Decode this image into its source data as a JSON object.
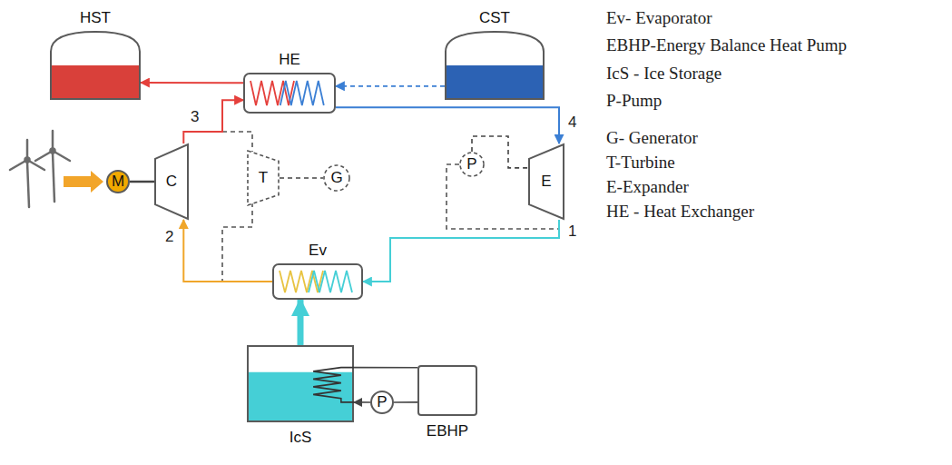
{
  "diagram": {
    "nodes": [
      {
        "text": [
          "HST"
        ]
      },
      {
        "text": [
          "HE"
        ]
      },
      {
        "text": [
          "CST"
        ]
      },
      {
        "text": [
          "M"
        ]
      },
      {
        "text": [
          "C"
        ]
      },
      {
        "text": [
          "T"
        ]
      },
      {
        "text": [
          "G"
        ]
      },
      {
        "text": [
          "P"
        ]
      },
      {
        "text": [
          "E"
        ]
      },
      {
        "text": [
          "Ev"
        ]
      },
      {
        "text": [
          "IcS"
        ]
      },
      {
        "text": [
          "P"
        ]
      },
      {
        "text": [
          "EBHP"
        ]
      }
    ],
    "edges": [
      {
        "from": 1,
        "to": 0,
        "arrow": "to"
      },
      {
        "from": 2,
        "to": 1,
        "arrow": "to"
      },
      {
        "from": 1,
        "to": 8,
        "arrow": "to"
      },
      {
        "from": 8,
        "to": 9,
        "arrow": "to"
      },
      {
        "from": 9,
        "to": 4,
        "arrow": "to"
      },
      {
        "from": 4,
        "to": 1,
        "arrow": "to"
      },
      {
        "from": 3,
        "to": 4,
        "arrow": "none"
      },
      {
        "from": 5,
        "to": 6,
        "arrow": "none"
      },
      {
        "from": 7,
        "to": 8,
        "arrow": "none"
      },
      {
        "from": 10,
        "to": 9,
        "arrow": "to"
      },
      {
        "from": 10,
        "to": 12,
        "arrow": "none"
      },
      {
        "from": 11,
        "to": 10,
        "arrow": "to"
      },
      {
        "from": 12,
        "to": 11,
        "arrow": "none"
      }
    ],
    "labels": [
      "1",
      "2",
      "3",
      "4",
      "Ev- Evaporator",
      "EBHP-Energy Balance Heat Pump",
      "IcS - Ice Storage",
      "P-Pump",
      "G- Generator",
      "T-Turbine",
      "E-Expander",
      "HE - Heat Exchanger"
    ]
  }
}
